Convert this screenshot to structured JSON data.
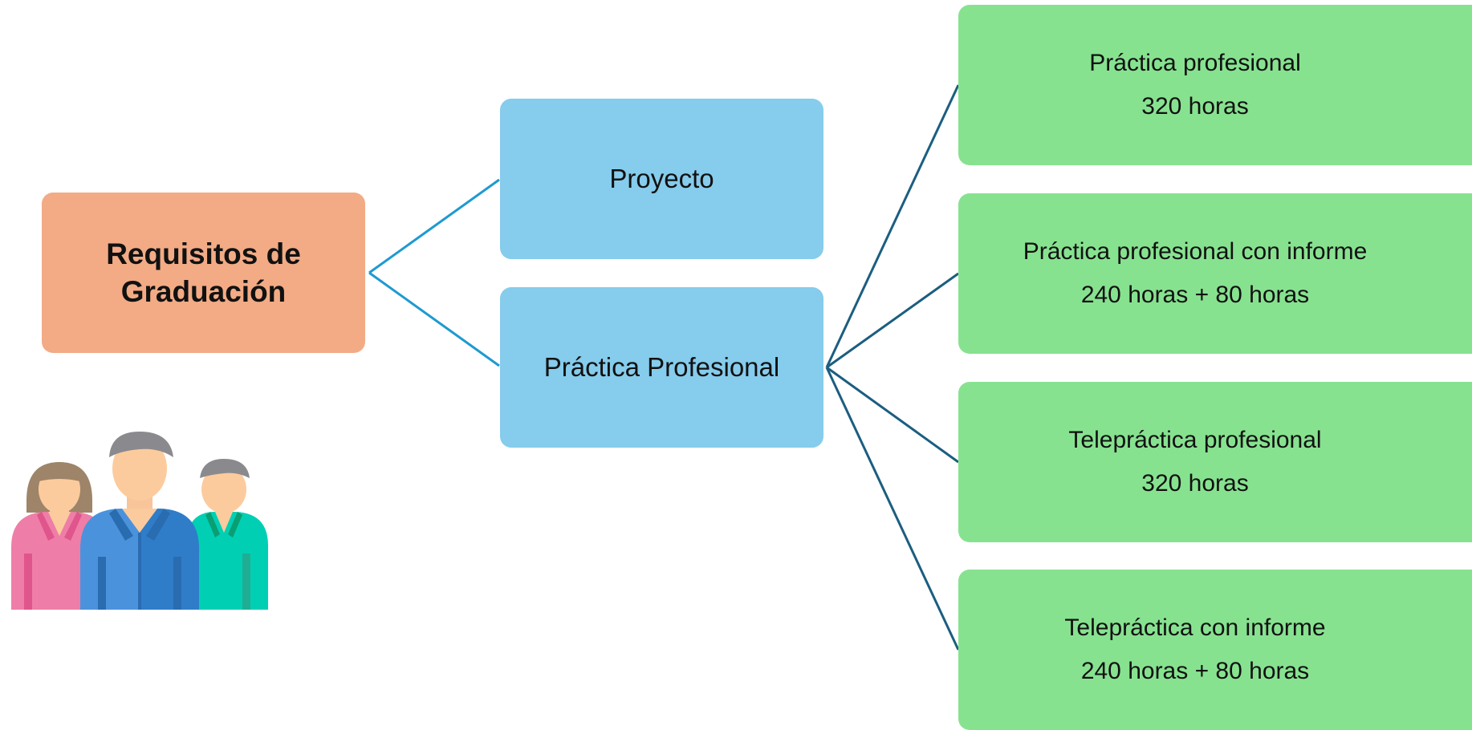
{
  "root": {
    "lines": [
      "Requisitos de",
      "Graduación"
    ]
  },
  "options": [
    {
      "label": "Proyecto"
    },
    {
      "label": "Práctica Profesional"
    }
  ],
  "modalities": [
    {
      "title": "Práctica profesional",
      "hours": "320 horas"
    },
    {
      "title": "Práctica profesional con informe",
      "hours": "240 horas + 80 horas"
    },
    {
      "title": "Telepráctica profesional",
      "hours": "320 horas"
    },
    {
      "title": "Telepráctica con informe",
      "hours": "240 horas + 80 horas"
    }
  ],
  "colors": {
    "root_box": "#F2AB85",
    "option_box": "#86CCEC",
    "modality_box": "#87E290",
    "root_connector": "#1E9AD0",
    "option_connector": "#1B5E80"
  },
  "icons": {
    "people": "group-of-people-icon"
  }
}
